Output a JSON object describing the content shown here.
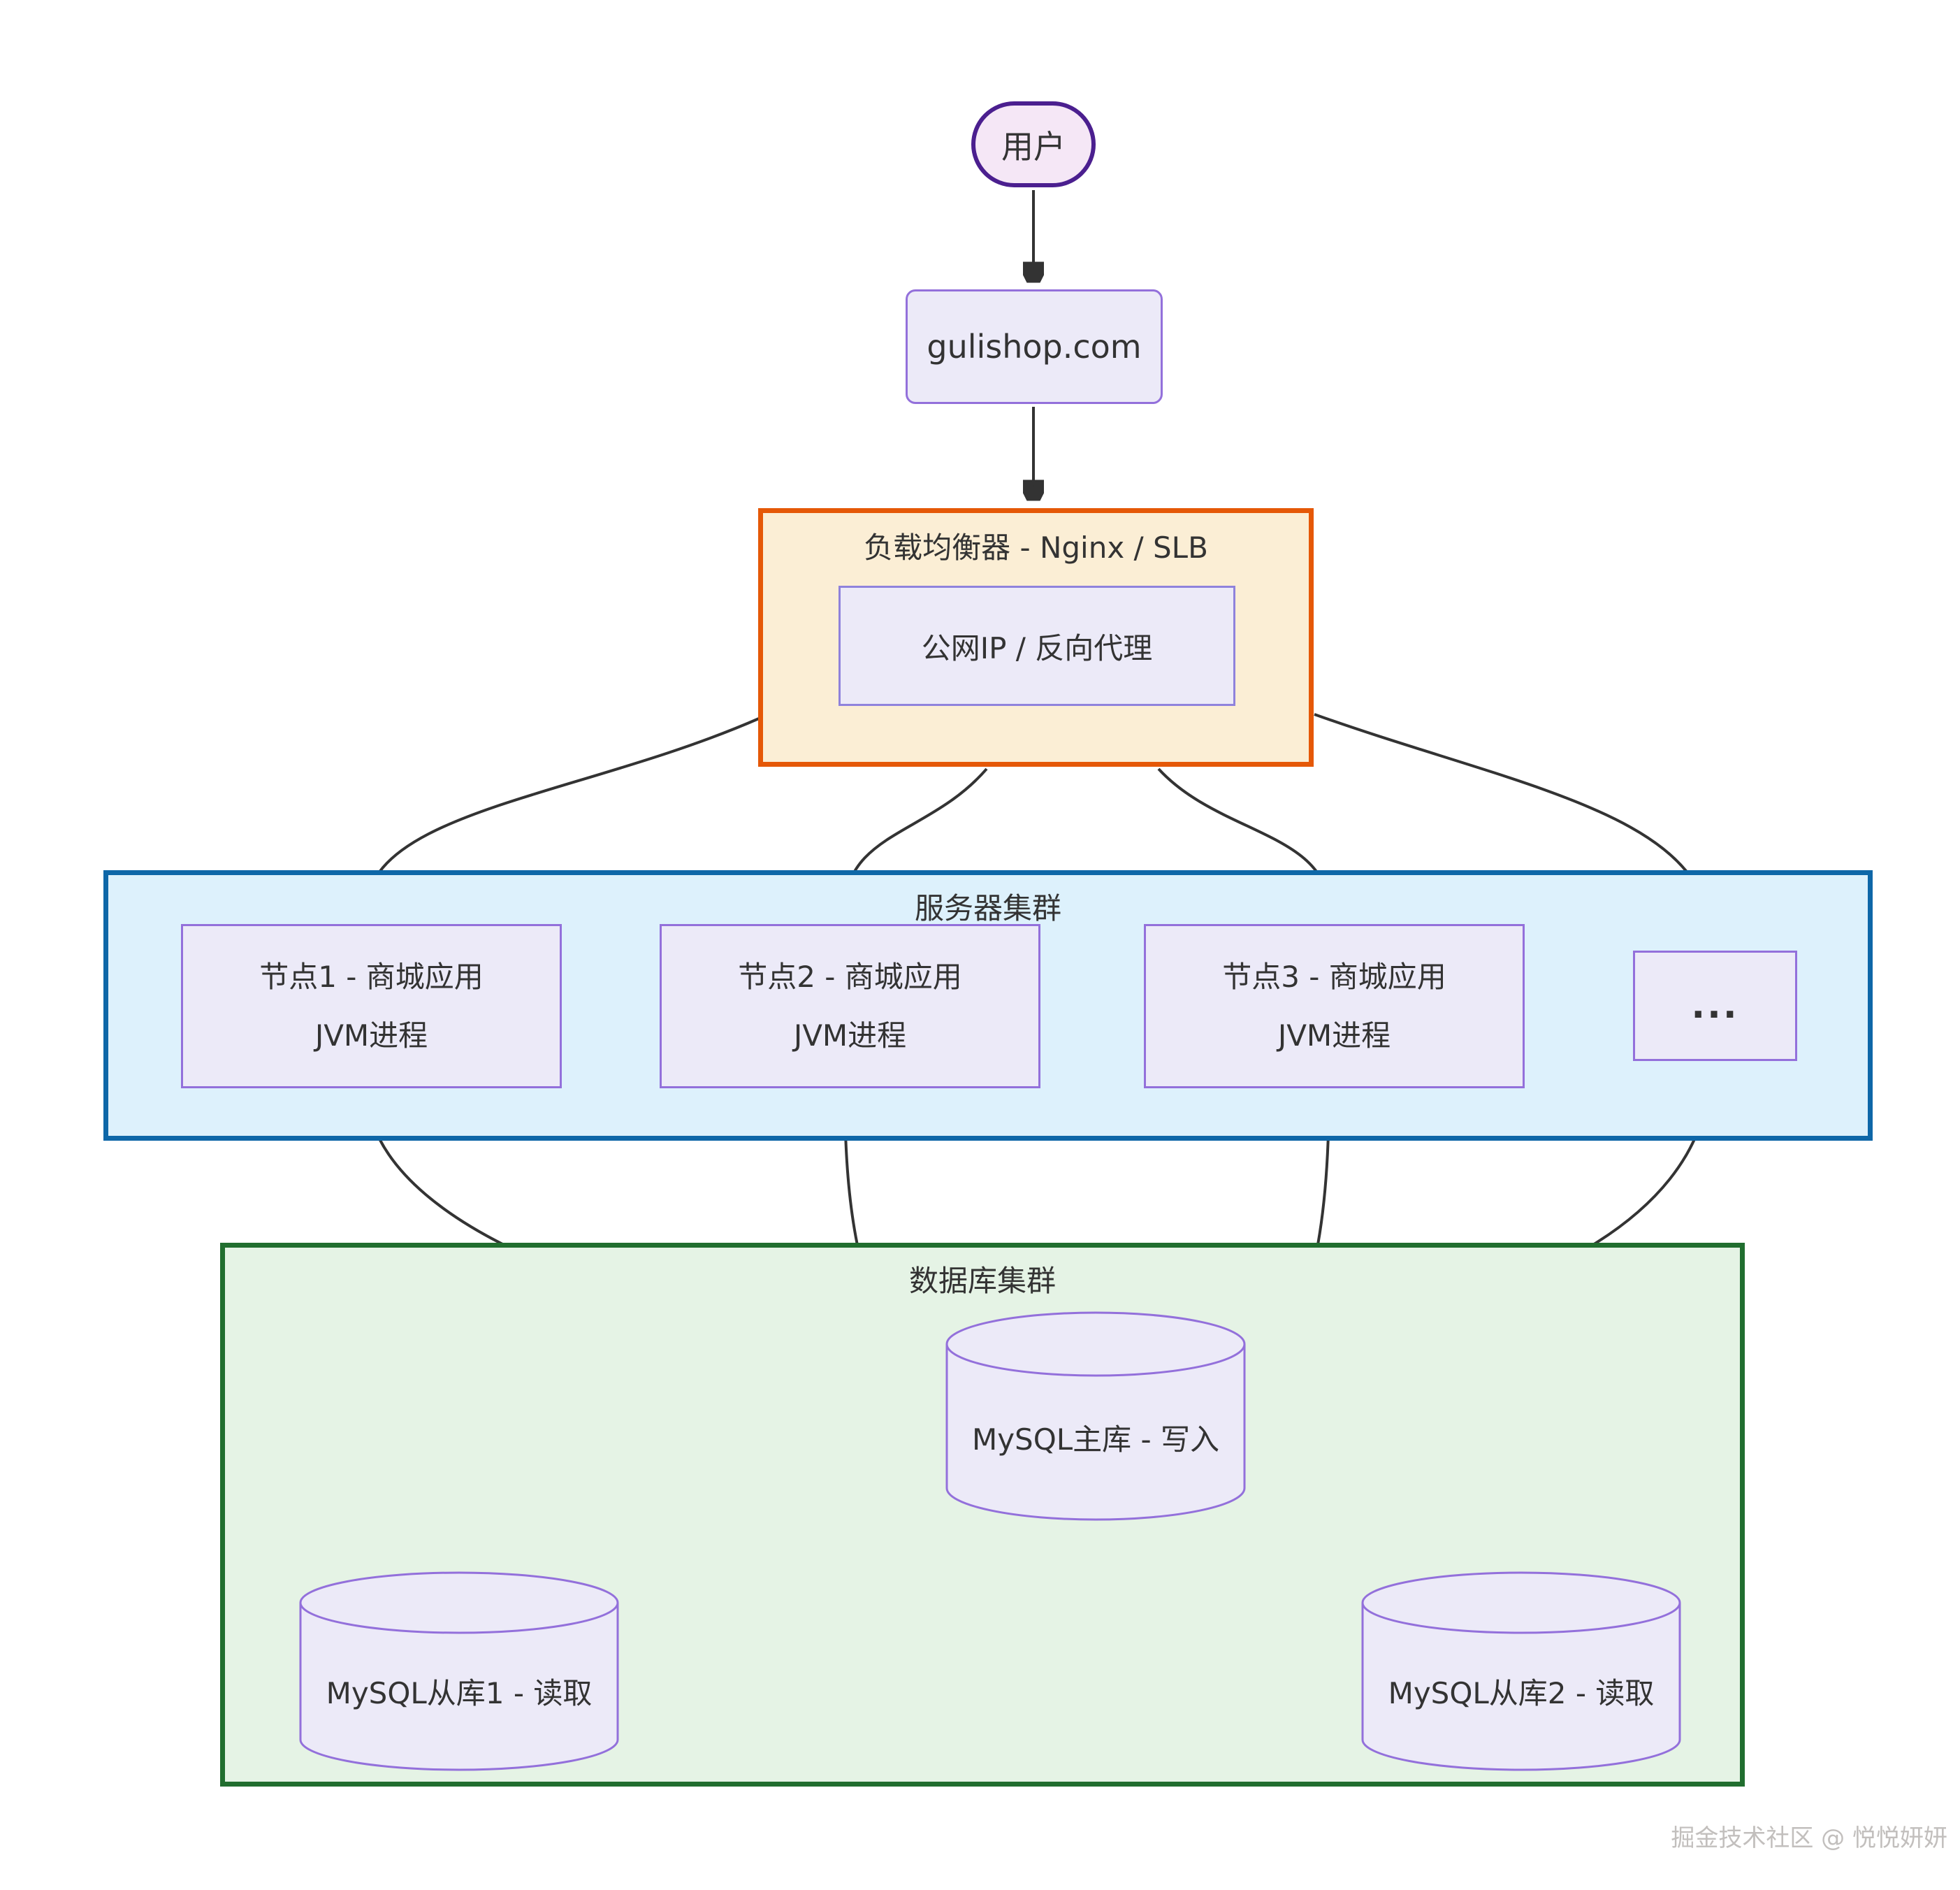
{
  "diagram": {
    "user": "用户",
    "domain": "gulishop.com",
    "load_balancer": {
      "title": "负载均衡器 - Nginx / SLB",
      "inner": "公网IP / 反向代理"
    },
    "server_cluster": {
      "title": "服务器集群",
      "nodes": [
        {
          "line1": "节点1 - 商城应用",
          "line2": "JVM进程"
        },
        {
          "line1": "节点2 - 商城应用",
          "line2": "JVM进程"
        },
        {
          "line1": "节点3 - 商城应用",
          "line2": "JVM进程"
        }
      ],
      "ellipsis": "..."
    },
    "database_cluster": {
      "title": "数据库集群",
      "master": "MySQL主库 - 写入",
      "slave1": "MySQL从库1 - 读取",
      "slave2": "MySQL从库2 - 读取"
    },
    "watermark": "掘金技术社区 @ 悦悦妍妍"
  },
  "colors": {
    "node_fill": "#ECEAF8",
    "node_border": "#9370DB",
    "user_fill": "#F5E7F6",
    "user_border": "#4B1F8F",
    "lb_fill": "#FBEED5",
    "lb_border": "#E55807",
    "server_cluster_fill": "#DDF1FC",
    "server_cluster_border": "#0E67A8",
    "db_cluster_fill": "#E5F3E5",
    "db_cluster_border": "#216E2F",
    "arrow": "#333333",
    "text": "#333333"
  }
}
